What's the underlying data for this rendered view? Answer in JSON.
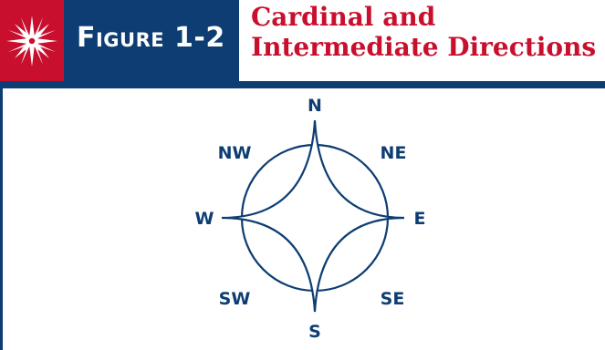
{
  "figure": {
    "badge": {
      "icon": "compass-star-icon",
      "label": "Figure 1-2"
    },
    "title_lines": [
      "Cardinal and",
      "Intermediate Directions"
    ]
  },
  "compass": {
    "directions": {
      "n": "N",
      "ne": "NE",
      "e": "E",
      "se": "SE",
      "s": "S",
      "sw": "SW",
      "w": "W",
      "nw": "NW"
    }
  },
  "colors": {
    "navy": "#0d3d72",
    "red": "#c8102e",
    "white": "#ffffff"
  }
}
